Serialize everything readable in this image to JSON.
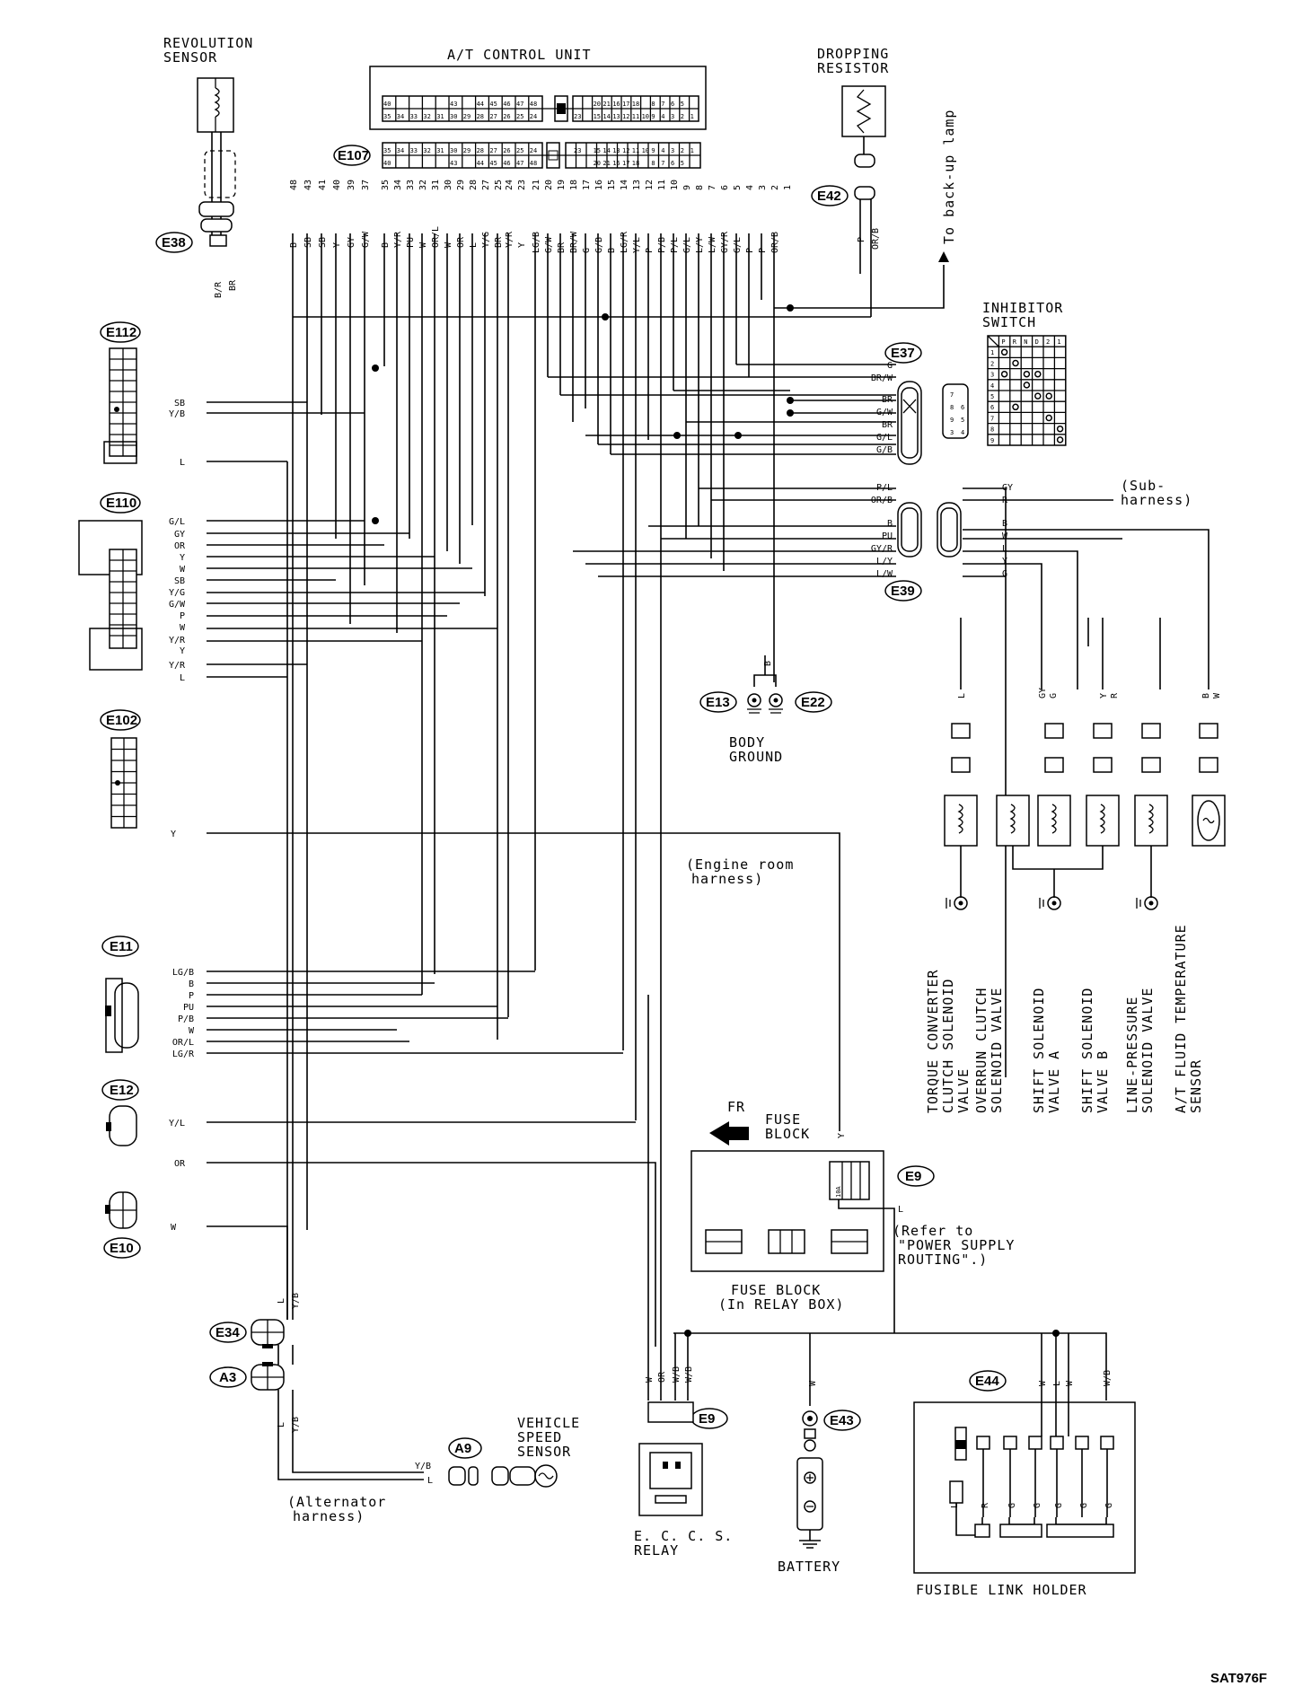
{
  "components": {
    "revolution_sensor": "REVOLUTION\nSENSOR",
    "at_control_unit": "A/T CONTROL UNIT",
    "dropping_resistor": "DROPPING\nRESISTOR",
    "to_backup_lamp": "To back-up lamp",
    "inhibitor_switch": "INHIBITOR\nSWITCH",
    "sub_harness": "(Sub-\nharness)",
    "body_ground": "BODY\nGROUND",
    "engine_room_harness": "(Engine room\nharness)",
    "fr": "FR",
    "fuse_block_top": "FUSE\nBLOCK",
    "fuse_block_relay_box": "FUSE BLOCK\n(In RELAY BOX)",
    "fuse_10a": "10A",
    "refer_note": "(Refer to\n\"POWER SUPPLY\nROUTING\".)",
    "vehicle_speed_sensor": "VEHICLE\nSPEED\nSENSOR",
    "alternator_harness": "(Alternator\nharness)",
    "eccs_relay": "E. C. C. S.\nRELAY",
    "battery": "BATTERY",
    "fusible_link_holder": "FUSIBLE LINK HOLDER",
    "torque_converter_valve": "TORQUE CONVERTER\nCLUTCH SOLENOID\nVALVE",
    "overrun_clutch_valve": "OVERRUN CLUTCH\nSOLENOID VALVE",
    "shift_solenoid_a": "SHIFT SOLENOID\nVALVE A",
    "shift_solenoid_b": "SHIFT SOLENOID\nVALVE B",
    "line_pressure_valve": "LINE-PRESSURE\nSOLENOID VALVE",
    "fluid_temp_sensor": "A/T FLUID TEMPERATURE\nSENSOR",
    "figure_code": "SAT976F"
  },
  "connectors": {
    "E107": "E107",
    "E38": "E38",
    "E42": "E42",
    "E112": "E112",
    "E110": "E110",
    "E102": "E102",
    "E11": "E11",
    "E12": "E12",
    "E10": "E10",
    "E34": "E34",
    "A3": "A3",
    "A9": "A9",
    "E37": "E37",
    "E39": "E39",
    "E13": "E13",
    "E22": "E22",
    "E9a": "E9",
    "E9b": "E9",
    "E43": "E43",
    "E44": "E44"
  },
  "ecu_pins_left": [
    "48",
    "43",
    "41",
    "40",
    "39",
    "37",
    "35",
    "34",
    "33",
    "32",
    "31",
    "30",
    "29",
    "28",
    "27",
    "25",
    "24",
    "23"
  ],
  "ecu_wires_left": [
    "B",
    "SB",
    "SB",
    "Y",
    "GY",
    "G/W",
    "B",
    "Y/R",
    "PU",
    "W",
    "OR/L",
    "W",
    "OR",
    "L",
    "Y/G",
    "BR",
    "Y/R",
    "Y"
  ],
  "ecu_pins_right": [
    "21",
    "20",
    "19",
    "18",
    "17",
    "16",
    "15",
    "14",
    "13",
    "12",
    "11",
    "10",
    "9",
    "8",
    "7",
    "6",
    "5",
    "4",
    "3",
    "2",
    "1"
  ],
  "ecu_wires_right": [
    "LG/B",
    "G/W",
    "BR",
    "BR/W",
    "G",
    "G/B",
    "B",
    "LG/R",
    "Y/L",
    "P",
    "P/B",
    "P/L",
    "G/L",
    "L/Y",
    "L/W",
    "GY/R",
    "G/L",
    "P",
    "P",
    "OR/B",
    ""
  ],
  "ecu_connector_top": {
    "row1": [
      "40",
      "",
      "",
      "",
      "",
      "43",
      "",
      "44",
      "45",
      "46",
      "47",
      "48",
      "",
      "",
      "20",
      "21",
      "16",
      "17",
      "18",
      "",
      "8",
      "7",
      "6",
      "5"
    ],
    "row2": [
      "35",
      "34",
      "33",
      "32",
      "31",
      "30",
      "29",
      "28",
      "27",
      "26",
      "25",
      "24",
      "23",
      "",
      "15",
      "14",
      "13",
      "12",
      "11",
      "10",
      "9",
      "4",
      "3",
      "2",
      "1"
    ]
  },
  "e42_wires": [
    "P",
    "OR/B"
  ],
  "e38_wires": [
    "B/R",
    "BR"
  ],
  "e112_wires": [
    "SB",
    "Y/B",
    "L"
  ],
  "e110_wires": [
    "G/L",
    "GY",
    "OR",
    "Y",
    "W",
    "SB",
    "Y/G",
    "G/W",
    "P",
    "W",
    "Y/R",
    "Y",
    "Y/R",
    "L"
  ],
  "e102_wires": [
    "Y"
  ],
  "e11_wires": [
    "LG/B",
    "B",
    "P",
    "PU",
    "P/B",
    "W",
    "OR/L",
    "LG/R"
  ],
  "e12_wires": [
    "Y/L",
    "OR"
  ],
  "e10_wires": [
    "W"
  ],
  "e34_wires": [
    "L",
    "Y/B"
  ],
  "a3_wires": [
    "L",
    "Y/B"
  ],
  "a9_wires": [
    "Y/B",
    "L"
  ],
  "e37_wires": [
    "G",
    "BR/W",
    "BR",
    "G/W",
    "BR",
    "G/L",
    "G/B"
  ],
  "e39_wires": [
    "P/L",
    "OR/B",
    "B",
    "PU",
    "GY/R",
    "L/Y",
    "L/W"
  ],
  "sub_harness_wires": [
    "GY",
    "R",
    "B",
    "W",
    "L",
    "Y",
    "G"
  ],
  "inhibitor_grid": {
    "header": [
      "P",
      "R",
      "N",
      "D",
      "2",
      "1"
    ],
    "rows": [
      "1",
      "2",
      "3",
      "4",
      "5",
      "6",
      "7",
      "8",
      "9"
    ]
  },
  "inhibitor_connector_pins": [
    "7",
    "8",
    "6",
    "9",
    "5",
    "3",
    "4"
  ],
  "ground_wire": "B",
  "solenoid_wires": {
    "tcc": "L",
    "ovr": "GY",
    "ovr2": "G",
    "shb": "Y",
    "shb2": "R",
    "fts": "B",
    "fts2": "W"
  },
  "fuse_wires": [
    "Y",
    "L"
  ],
  "eccs_wires": [
    "W",
    "OR",
    "W/B",
    "W/B"
  ],
  "battery_wire": "W",
  "fusible_top_wires": [
    "W",
    "L",
    "W",
    "W/B"
  ],
  "fusible_bottom_wires": [
    "L",
    "R",
    "G",
    "G",
    "G",
    "G",
    "G"
  ]
}
